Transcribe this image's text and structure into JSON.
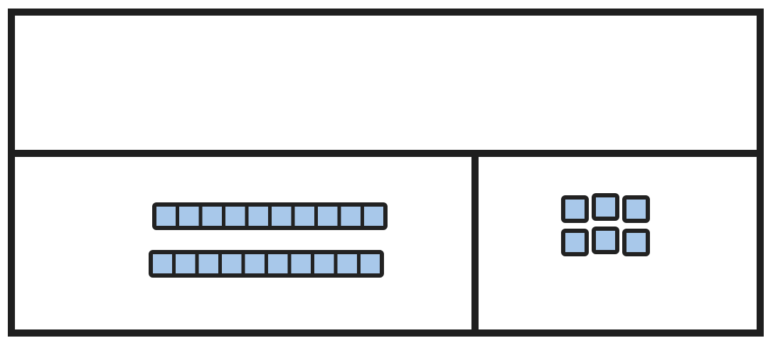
{
  "diagram": {
    "type": "place-value-bar-model",
    "colors": {
      "frame": "#1f1f1f",
      "block_fill": "#a8c8ea",
      "block_stroke": "#222222",
      "background": "#ffffff"
    },
    "whole": {
      "label": ""
    },
    "parts": [
      {
        "label": "",
        "tens_rods": [
          {
            "units": 10
          },
          {
            "units": 10
          }
        ],
        "ones_cubes": 0
      },
      {
        "label": "",
        "tens_rods": [],
        "ones_cubes": 6,
        "ones_columns": 3
      }
    ]
  }
}
